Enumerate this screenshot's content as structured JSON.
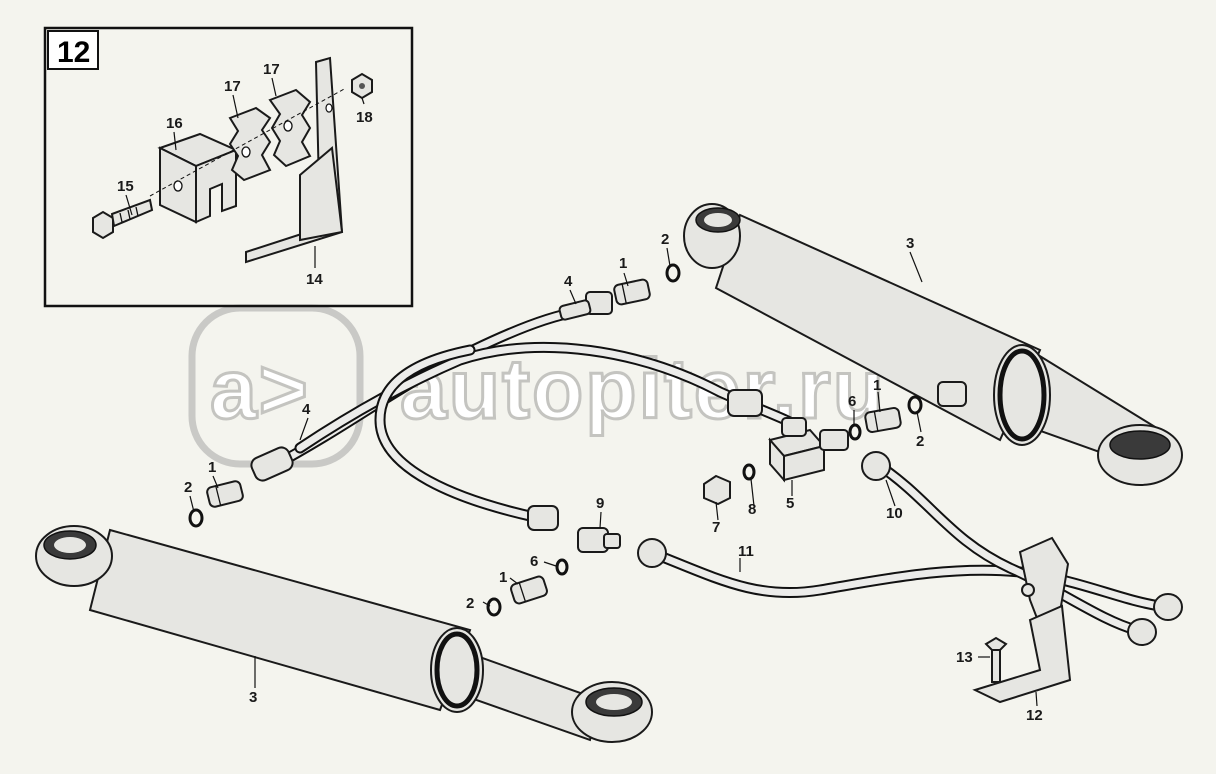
{
  "inset": {
    "number": "12"
  },
  "watermark": {
    "text": "autopiter.ru"
  },
  "callouts": {
    "c_1a": "1",
    "c_1b": "1",
    "c_1c": "1",
    "c_1d": "1",
    "c_2a": "2",
    "c_2b": "2",
    "c_2c": "2",
    "c_2d": "2",
    "c_3a": "3",
    "c_3b": "3",
    "c_4a": "4",
    "c_4b": "4",
    "c_5": "5",
    "c_6a": "6",
    "c_6b": "6",
    "c_7": "7",
    "c_8": "8",
    "c_9": "9",
    "c_10": "10",
    "c_11": "11",
    "c_12": "12",
    "c_13": "13",
    "c_14": "14",
    "c_15": "15",
    "c_16": "16",
    "c_17a": "17",
    "c_17b": "17",
    "c_18": "18"
  }
}
